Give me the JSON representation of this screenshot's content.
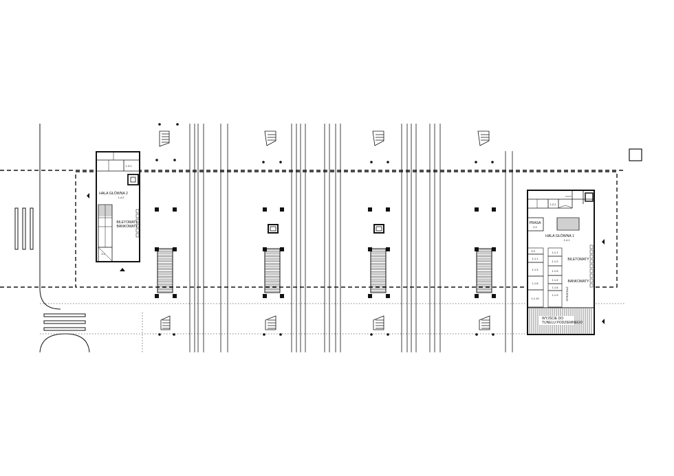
{
  "hall_left": {
    "title": "HALA GŁÓWNA 2",
    "code": "1.4.2",
    "room_top": "1.3.1",
    "room_bottom": "3.2",
    "ticket_label": "BILETOMATY",
    "atm_label": "BANKOMATY"
  },
  "hall_right": {
    "title": "HALA GŁÓWNA 1",
    "code": "1.4.1",
    "room_top": "1.2.2",
    "kiosk_label": "PRASA",
    "kiosk_code": "2.2",
    "ticket_label": "BILETOMATY",
    "atm_label": "BANKOMATY",
    "info_label": "SPRZEDAŻ",
    "shops_left": [
      "3.3",
      "1.1.1",
      "1.1.3",
      "1.1.8",
      "1.1.10"
    ],
    "shops_right": [
      "1.1.1",
      "1.1.2",
      "1.1.5",
      "1.1.4",
      "1.1.6",
      "1.1.9"
    ],
    "exit_line1": "WYJŚCIE DO",
    "exit_line2": "TUNELU PODZIEMNEGO"
  },
  "colors": {
    "ink": "#111111",
    "background": "#ffffff"
  }
}
